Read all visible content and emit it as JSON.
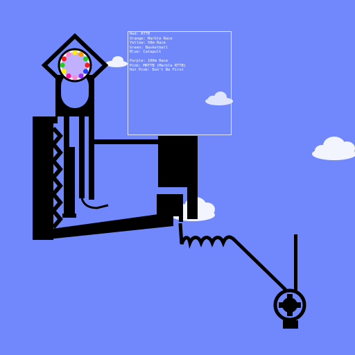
{
  "legend": {
    "entries_group1": [
      "Red: RTTB",
      "Orange: Marble Race",
      "Yellow: 50m Race",
      "Green: Basketball",
      "Blue: Catapult"
    ],
    "entries_group2": [
      "Purple: 100m Race",
      "Pink: MRTTB (Marble RTTB)",
      "Hot Pink: Don't Be First"
    ]
  },
  "colors": {
    "sky": "#7088fb",
    "track": "#000000",
    "cloud": "#ffffff",
    "marble_ring": "#ffffff",
    "marbles": [
      "#ff1a1a",
      "#ff9900",
      "#ffee00",
      "#22cc22",
      "#1f3cff",
      "#9b30ff",
      "#ff88cc",
      "#ff1493"
    ]
  },
  "icons": {
    "marble": "circle-icon",
    "cloud": "cloud-icon"
  }
}
